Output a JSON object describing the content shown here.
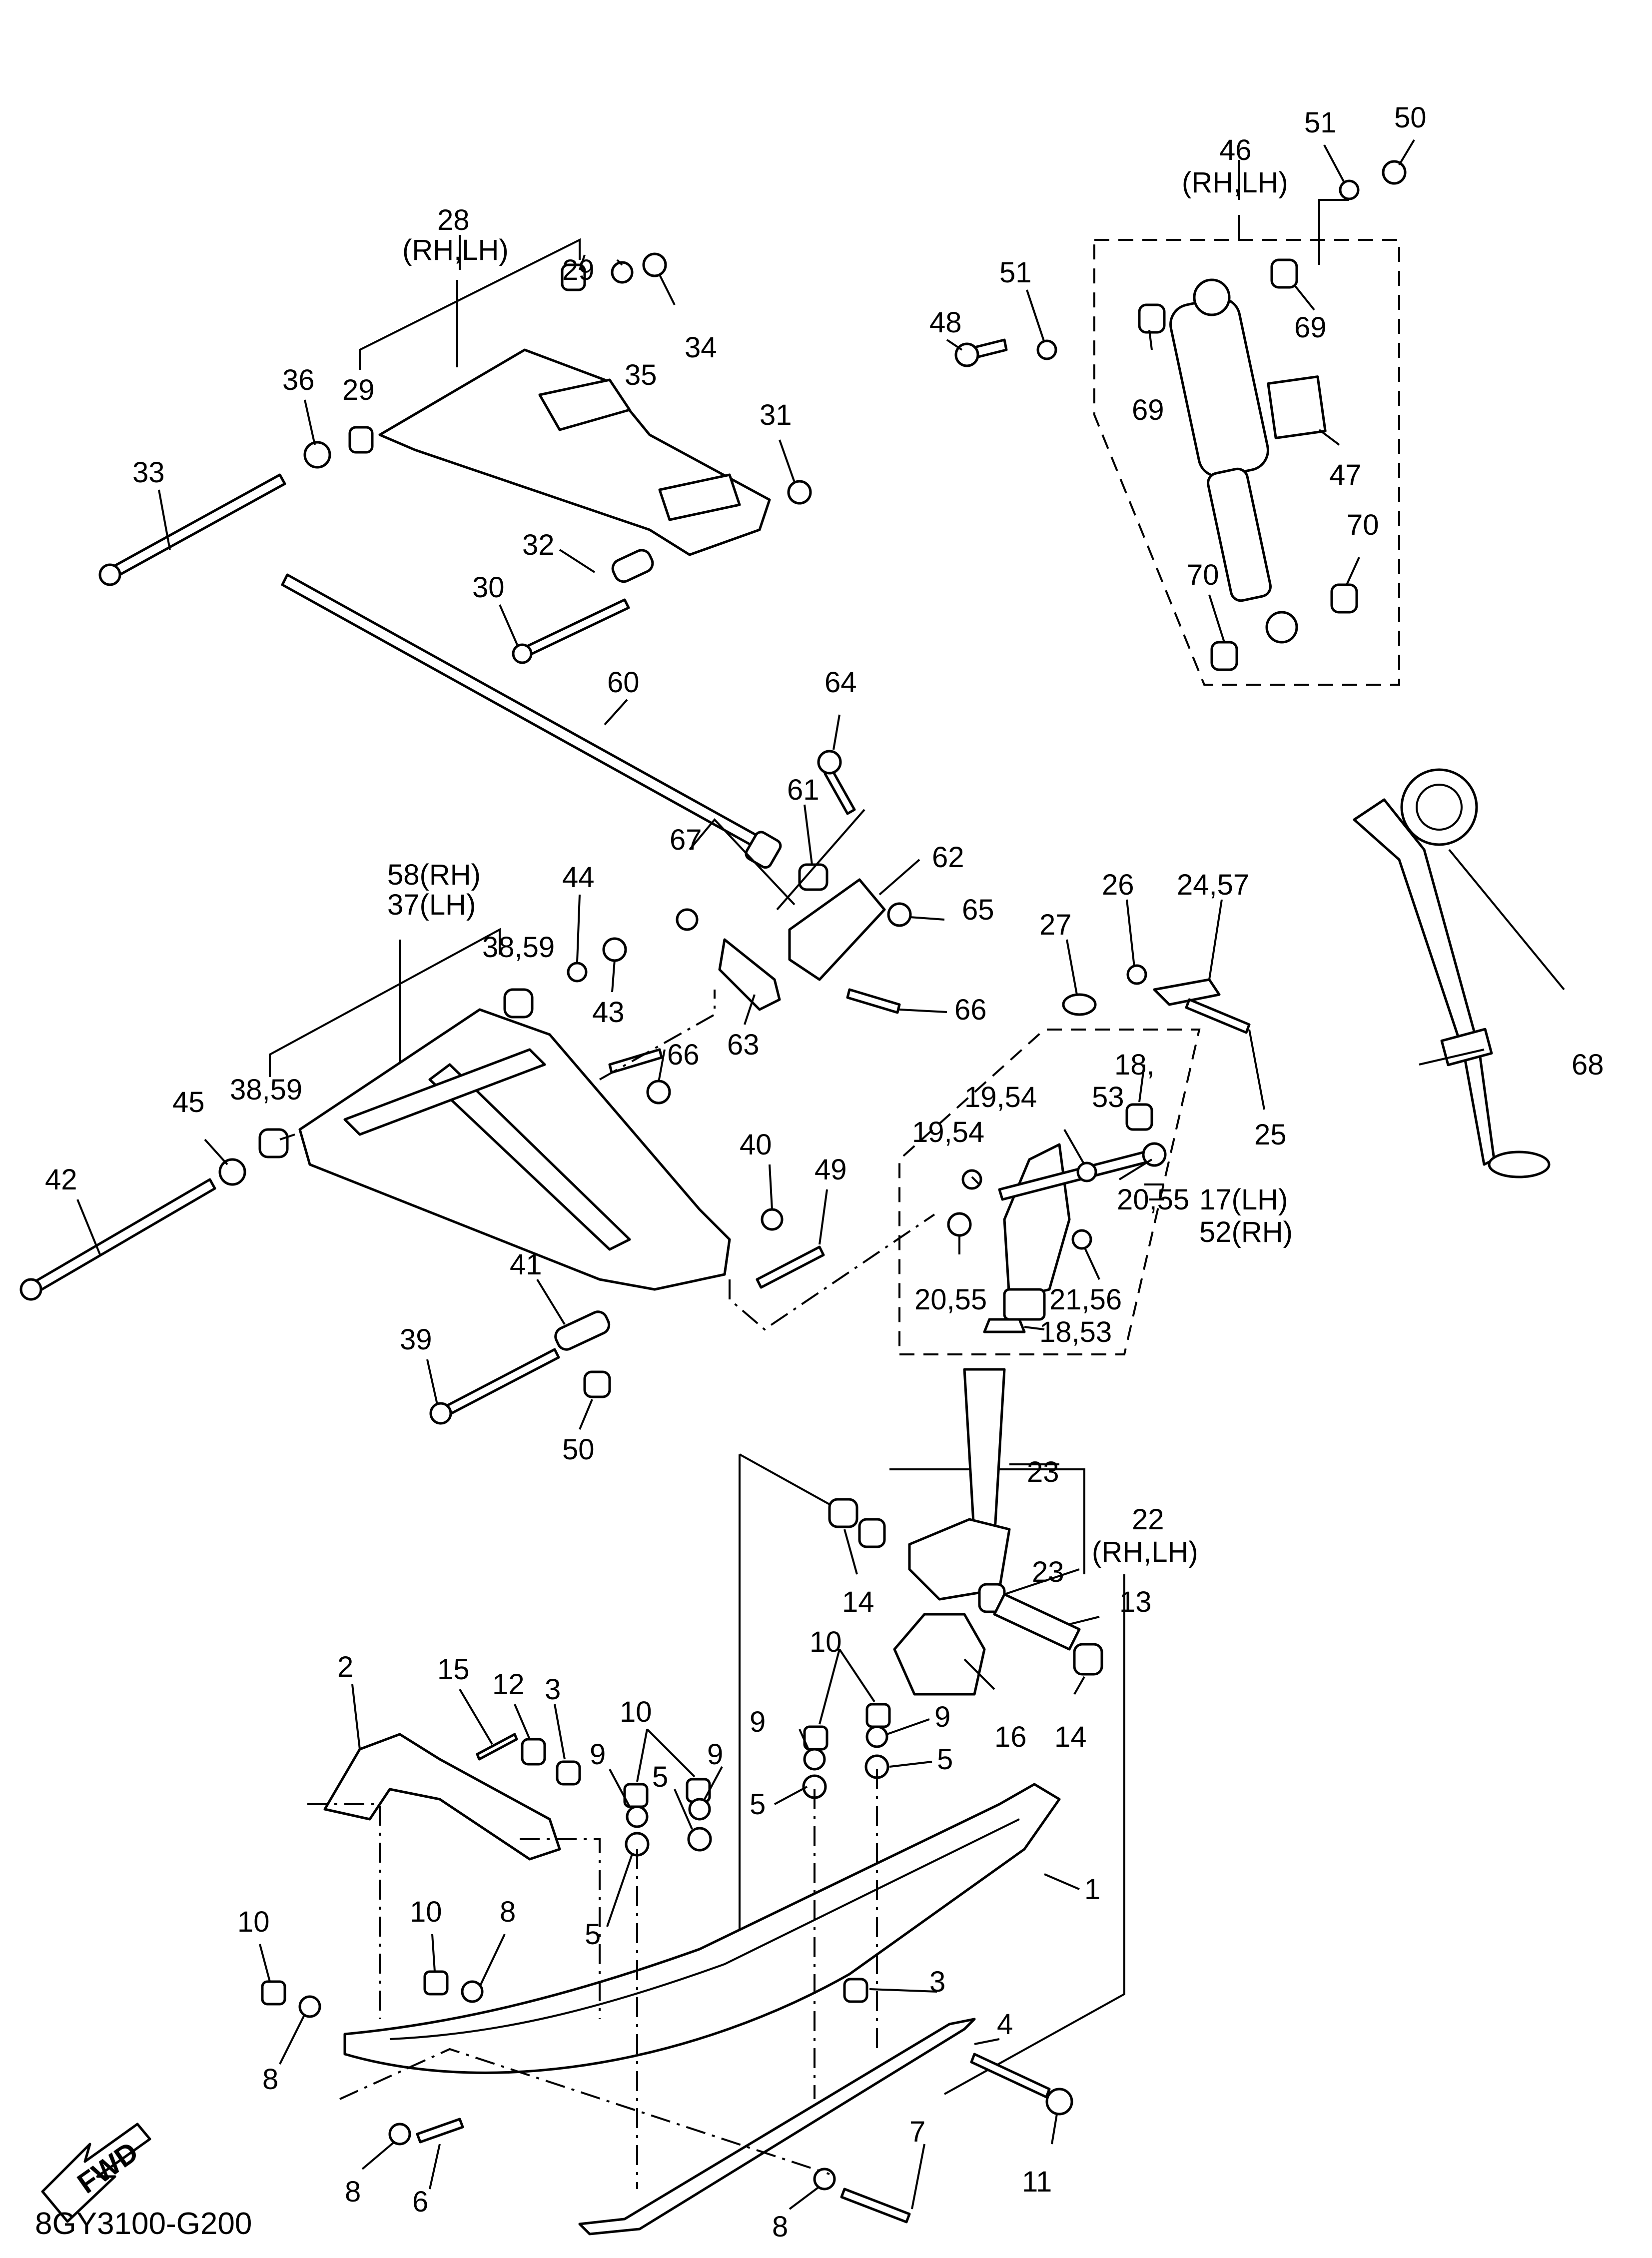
{
  "drawing": {
    "code": "8GY3100-G200",
    "fwd_label": "FWD"
  },
  "callouts": [
    {
      "id": "c28",
      "text": "28"
    },
    {
      "id": "c28s",
      "text": "(RH,LH)"
    },
    {
      "id": "c29a",
      "text": "29"
    },
    {
      "id": "c29b",
      "text": "29"
    },
    {
      "id": "c35",
      "text": "35"
    },
    {
      "id": "c34",
      "text": "34"
    },
    {
      "id": "c36",
      "text": "36"
    },
    {
      "id": "c33",
      "text": "33"
    },
    {
      "id": "c31",
      "text": "31"
    },
    {
      "id": "c32",
      "text": "32"
    },
    {
      "id": "c30",
      "text": "30"
    },
    {
      "id": "c46",
      "text": "46"
    },
    {
      "id": "c46s",
      "text": "(RH,LH)"
    },
    {
      "id": "c51a",
      "text": "51"
    },
    {
      "id": "c50a",
      "text": "50"
    },
    {
      "id": "c51b",
      "text": "51"
    },
    {
      "id": "c48",
      "text": "48"
    },
    {
      "id": "c69a",
      "text": "69"
    },
    {
      "id": "c69b",
      "text": "69"
    },
    {
      "id": "c47",
      "text": "47"
    },
    {
      "id": "c70a",
      "text": "70"
    },
    {
      "id": "c70b",
      "text": "70"
    },
    {
      "id": "c60",
      "text": "60"
    },
    {
      "id": "c64",
      "text": "64"
    },
    {
      "id": "c61",
      "text": "61"
    },
    {
      "id": "c62",
      "text": "62"
    },
    {
      "id": "c67",
      "text": "67"
    },
    {
      "id": "c65",
      "text": "65"
    },
    {
      "id": "c66a",
      "text": "66"
    },
    {
      "id": "c63",
      "text": "63"
    },
    {
      "id": "c66b",
      "text": "66"
    },
    {
      "id": "c58",
      "text": "58(RH)"
    },
    {
      "id": "c37",
      "text": "37(LH)"
    },
    {
      "id": "c44",
      "text": "44"
    },
    {
      "id": "c3859a",
      "text": "38,59"
    },
    {
      "id": "c43",
      "text": "43"
    },
    {
      "id": "c3859b",
      "text": "38,59"
    },
    {
      "id": "c45",
      "text": "45"
    },
    {
      "id": "c42",
      "text": "42"
    },
    {
      "id": "c40",
      "text": "40"
    },
    {
      "id": "c49",
      "text": "49"
    },
    {
      "id": "c41",
      "text": "41"
    },
    {
      "id": "c39",
      "text": "39"
    },
    {
      "id": "c50b",
      "text": "50"
    },
    {
      "id": "c26",
      "text": "26"
    },
    {
      "id": "c2457",
      "text": "24,57"
    },
    {
      "id": "c27",
      "text": "27"
    },
    {
      "id": "c1853a",
      "text": "18,"
    },
    {
      "id": "c53",
      "text": "53"
    },
    {
      "id": "c1954a",
      "text": "19,54"
    },
    {
      "id": "c1954b",
      "text": "19,54"
    },
    {
      "id": "c25",
      "text": "25"
    },
    {
      "id": "c2055a",
      "text": "20,55"
    },
    {
      "id": "c17",
      "text": "17(LH)"
    },
    {
      "id": "c52",
      "text": "52(RH)"
    },
    {
      "id": "c2055b",
      "text": "20,55"
    },
    {
      "id": "c2156",
      "text": "21,56"
    },
    {
      "id": "c1853b",
      "text": "18,53"
    },
    {
      "id": "c68",
      "text": "68"
    },
    {
      "id": "c23a",
      "text": "23"
    },
    {
      "id": "c22",
      "text": "22"
    },
    {
      "id": "c22s",
      "text": "(RH,LH)"
    },
    {
      "id": "c23b",
      "text": "23"
    },
    {
      "id": "c13",
      "text": "13"
    },
    {
      "id": "c14a",
      "text": "14"
    },
    {
      "id": "c16",
      "text": "16"
    },
    {
      "id": "c14b",
      "text": "14"
    },
    {
      "id": "c10a",
      "text": "10"
    },
    {
      "id": "c9a",
      "text": "9"
    },
    {
      "id": "c9b",
      "text": "9"
    },
    {
      "id": "c5a",
      "text": "5"
    },
    {
      "id": "c5b",
      "text": "5"
    },
    {
      "id": "c2",
      "text": "2"
    },
    {
      "id": "c15",
      "text": "15"
    },
    {
      "id": "c12",
      "text": "12"
    },
    {
      "id": "c3a",
      "text": "3"
    },
    {
      "id": "c10b",
      "text": "10"
    },
    {
      "id": "c9c",
      "text": "9"
    },
    {
      "id": "c9d",
      "text": "9"
    },
    {
      "id": "c5c",
      "text": "5"
    },
    {
      "id": "c5d",
      "text": "5"
    },
    {
      "id": "c1",
      "text": "1"
    },
    {
      "id": "c10c",
      "text": "10"
    },
    {
      "id": "c8a",
      "text": "8"
    },
    {
      "id": "c10d",
      "text": "10"
    },
    {
      "id": "c8b",
      "text": "8"
    },
    {
      "id": "c3b",
      "text": "3"
    },
    {
      "id": "c4",
      "text": "4"
    },
    {
      "id": "c7",
      "text": "7"
    },
    {
      "id": "c11",
      "text": "11"
    },
    {
      "id": "c8c",
      "text": "8"
    },
    {
      "id": "c6",
      "text": "6"
    },
    {
      "id": "c8d",
      "text": "8"
    }
  ]
}
